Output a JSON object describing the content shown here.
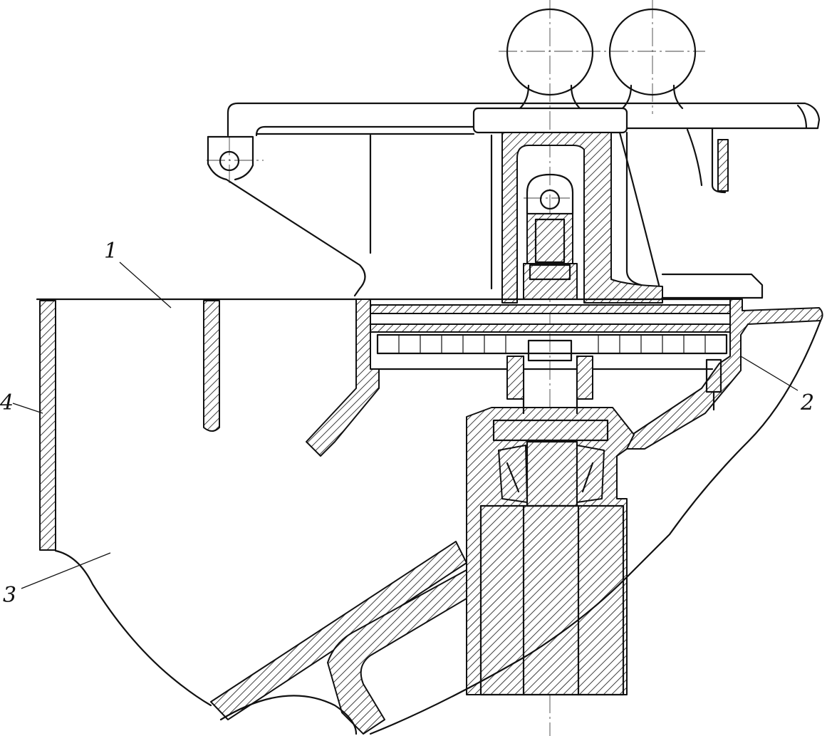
{
  "callouts": [
    {
      "id": "1",
      "label": "1"
    },
    {
      "id": "2",
      "label": "2"
    },
    {
      "id": "3",
      "label": "3"
    },
    {
      "id": "4",
      "label": "4"
    }
  ],
  "colors": {
    "ink": "#111111",
    "paper": "#ffffff"
  }
}
